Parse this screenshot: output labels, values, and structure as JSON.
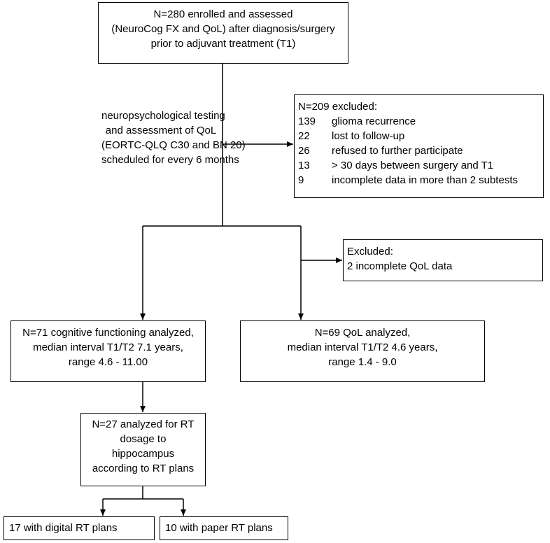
{
  "enrolled": {
    "lines": [
      "N=280 enrolled and assessed",
      "(NeuroCog FX and QoL) after diagnosis/surgery",
      "prior to adjuvant treatment (T1)"
    ]
  },
  "note": {
    "lines": [
      "neuropsychological testing",
      "and assessment of QoL",
      "(EORTC-QLQ C30 and BN 20)",
      "scheduled for every 6 months"
    ]
  },
  "excluded_main": {
    "title": "N=209 excluded:",
    "rows": [
      {
        "count": "139",
        "reason": "glioma recurrence"
      },
      {
        "count": "22",
        "reason": "lost to follow-up"
      },
      {
        "count": "26",
        "reason": "refused to further participate"
      },
      {
        "count": "13",
        "reason": "> 30 days between surgery and T1"
      },
      {
        "count": "9",
        "reason": "incomplete data in more than 2 subtests"
      }
    ]
  },
  "excluded_qol": {
    "title": "Excluded:",
    "detail": "2 incomplete QoL data"
  },
  "cognitive": {
    "lines": [
      "N=71 cognitive functioning analyzed,",
      "median interval T1/T2 7.1 years,",
      "range 4.6 - 11.00"
    ]
  },
  "qol_analyzed": {
    "lines": [
      "N=69 QoL analyzed,",
      "median interval T1/T2 4.6 years,",
      "range 1.4 - 9.0"
    ]
  },
  "rt_dosage": {
    "lines": [
      "N=27 analyzed for RT",
      "dosage to",
      "hippocampus",
      "according to RT plans"
    ]
  },
  "digital": {
    "label": "17 with digital RT plans"
  },
  "paper": {
    "label": "10 with paper RT plans"
  }
}
